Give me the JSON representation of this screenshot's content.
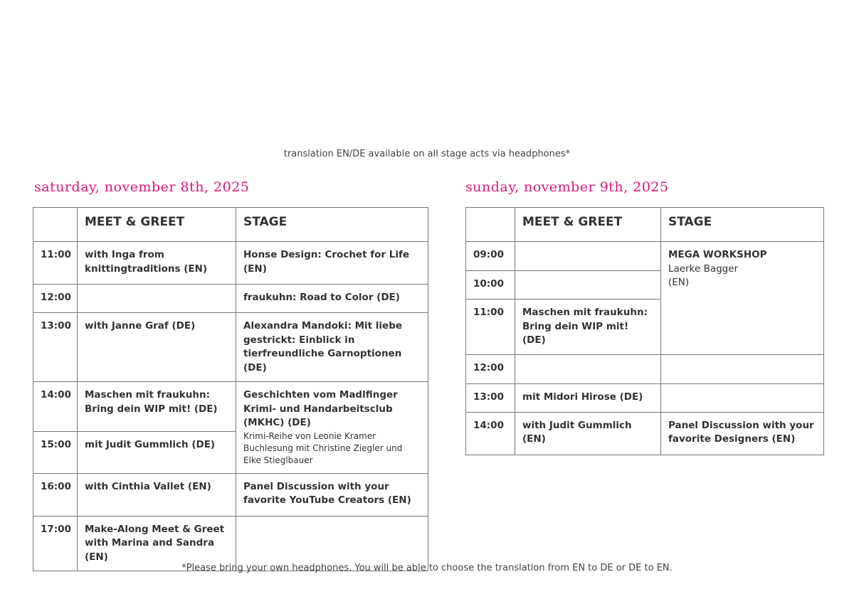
{
  "translation_note": "translation EN/DE available on all stage acts via headphones*",
  "footer_note": "*Please bring your own headphones. You will be able to choose the translation from EN to DE or DE to EN.",
  "headers": {
    "meet": "MEET & GREET",
    "stage": "STAGE"
  },
  "saturday": {
    "title": "saturday, november 8th, 2025",
    "rows": [
      {
        "time": "11:00",
        "meet": "with Inga from knittingtraditions (EN)",
        "stage": "Honse Design: Crochet for Life (EN)"
      },
      {
        "time": "12:00",
        "meet": "",
        "stage": "fraukuhn: Road to Color (DE)"
      },
      {
        "time": "13:00",
        "meet": "with Janne Graf (DE)",
        "stage": "Alexandra Mandoki: Mit liebe gestrickt: Einblick in tierfreundliche Garnoptionen (DE)"
      },
      {
        "time": "14:00",
        "meet": "Maschen mit fraukuhn: Bring dein WIP mit! (DE)",
        "stage": "Geschichten vom Madlfinger Krimi- und Handarbeitsclub (MKHC) (DE)",
        "stage_sub": "Krimi-Reihe von Leonie Kramer Buchlesung mit Christine Ziegler und Elke Stieglbauer"
      },
      {
        "time": "15:00",
        "meet": "mit Judit Gummlich (DE)"
      },
      {
        "time": "16:00",
        "meet": "with Cinthia Vallet (EN)",
        "stage": "Panel Discussion with your favorite YouTube Creators (EN)"
      },
      {
        "time": "17:00",
        "meet": "Make-Along Meet & Greet with Marina and Sandra (EN)",
        "stage": ""
      }
    ]
  },
  "sunday": {
    "title": "sunday, november 9th, 2025",
    "rows": [
      {
        "time": "09:00",
        "meet": "",
        "stage": "MEGA WORKSHOP",
        "stage_sub1": "Laerke Bagger",
        "stage_sub2": "(EN)"
      },
      {
        "time": "10:00",
        "meet": ""
      },
      {
        "time": "11:00",
        "meet": "Maschen mit fraukuhn: Bring dein WIP mit! (DE)"
      },
      {
        "time": "12:00",
        "meet": "",
        "stage": ""
      },
      {
        "time": "13:00",
        "meet": "mit Midori Hirose (DE)",
        "stage": ""
      },
      {
        "time": "14:00",
        "meet": "with Judit Gummlich (EN)",
        "stage": "Panel Discussion with your favorite Designers (EN)"
      }
    ]
  }
}
